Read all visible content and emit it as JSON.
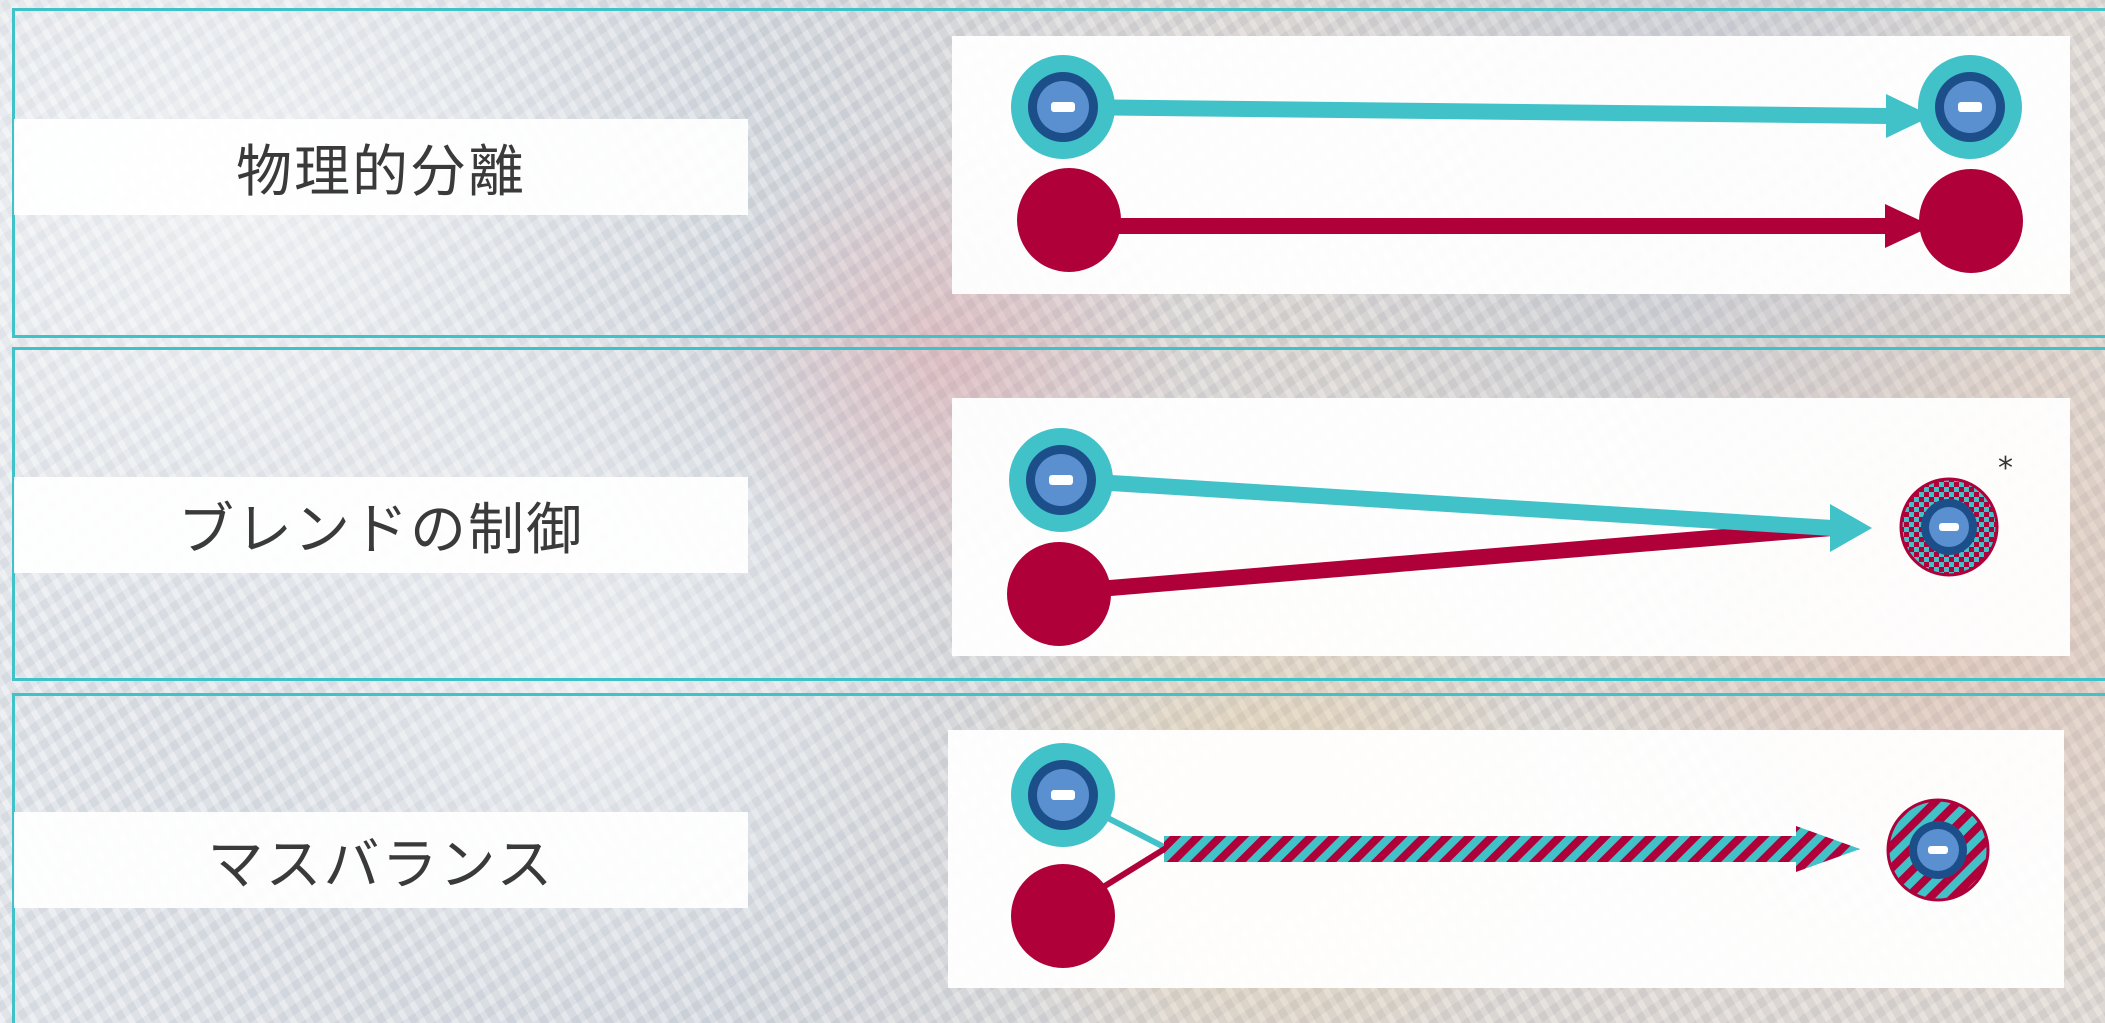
{
  "rows": [
    {
      "label": "物理的分離",
      "type": "segregation"
    },
    {
      "label": "ブレンドの制御",
      "type": "controlled-blending",
      "asterisk": "*"
    },
    {
      "label": "マスバランス",
      "type": "mass-balance"
    }
  ],
  "colors": {
    "teal": "#41c1c8",
    "crimson": "#b0003a",
    "navy": "#1c4f8a",
    "blue": "#5a8fd0"
  },
  "icons": {
    "certified": "certified-badge-icon",
    "conventional": "conventional-dot-icon"
  }
}
